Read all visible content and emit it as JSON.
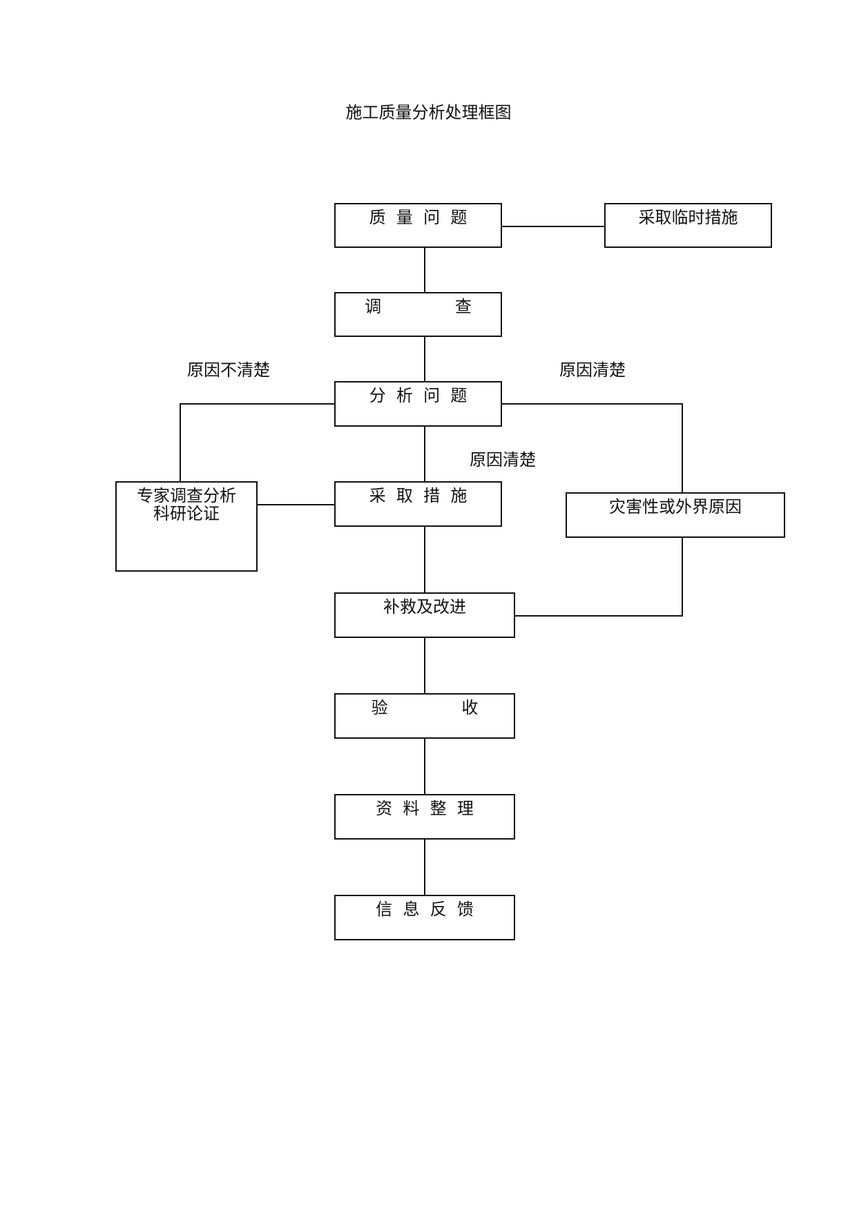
{
  "title": "施工质量分析处理框图",
  "nodes": {
    "quality_problem": "质  量  问  题",
    "temporary_measures": "采取临时措施",
    "investigation": "调              查",
    "analyze_problem": "分  析  问  题",
    "expert_analysis": "专家调查分析\n科研论证",
    "take_measures": "采  取  措  施",
    "disaster_external": "灾害性或外界原因",
    "remedy_improve": "补救及改进",
    "acceptance": "验              收",
    "data_organize": "资  料  整  理",
    "info_feedback": "信  息  反  馈"
  },
  "edge_labels": {
    "cause_unclear": "原因不清楚",
    "cause_clear_right": "原因清楚",
    "cause_clear_center": "原因清楚"
  },
  "colors": {
    "stroke": "#111111",
    "background": "#ffffff"
  }
}
